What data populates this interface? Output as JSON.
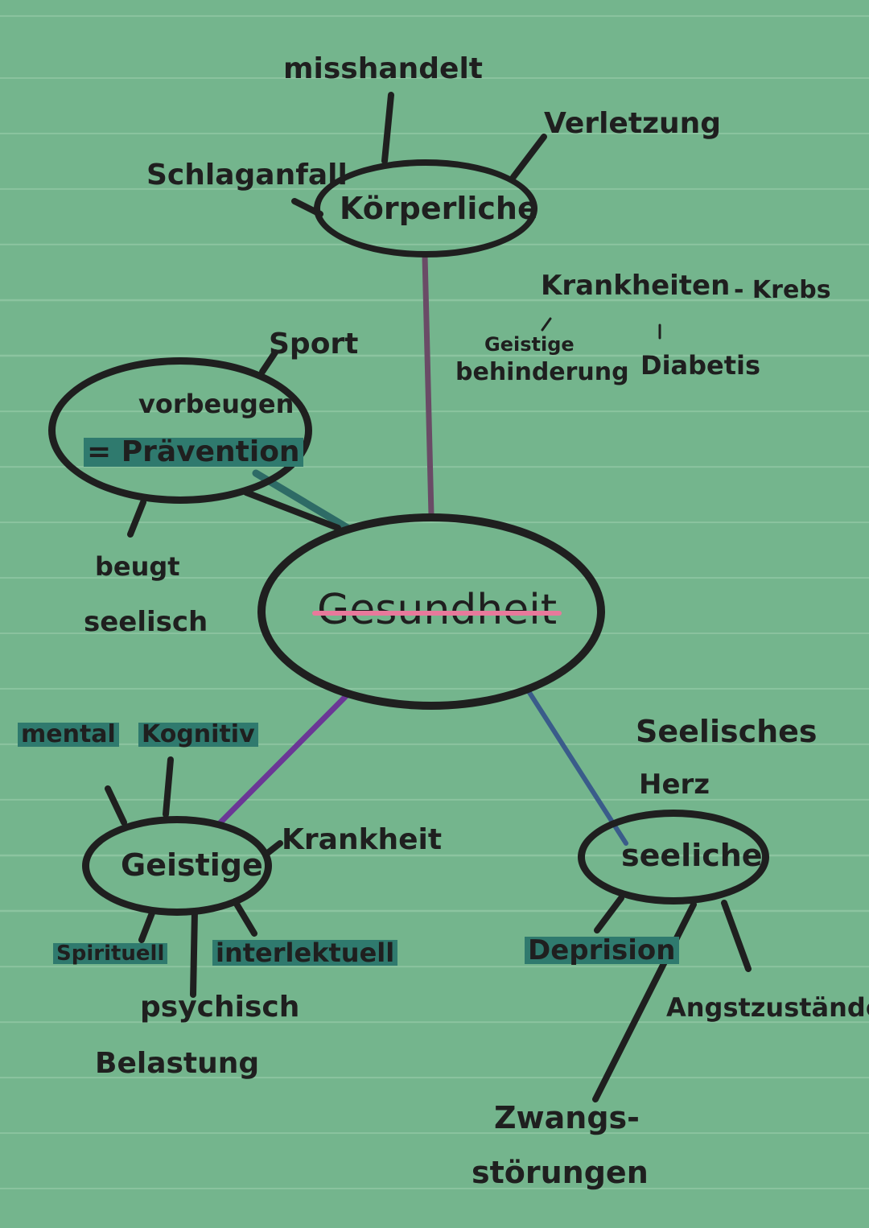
{
  "colors": {
    "background": "#74b58d",
    "ink": "#1f1f1f",
    "line_koerperlich": "#6a4b66",
    "line_praevention": "#2e6b66",
    "line_geistig": "#6b3796",
    "line_seelisch": "#3a5c8a",
    "highlight": "#2f7a6e",
    "strike": "#e8799b"
  },
  "center": {
    "label": "Gesundheit"
  },
  "koerperliche": {
    "label": "Körperliche",
    "branches": [
      "misshandelt",
      "Verletzung",
      "Schlaganfall"
    ],
    "krankheiten": {
      "label": "Krankheiten",
      "krebs": "- Krebs",
      "geistige_behinderung": [
        "Geistige",
        "behinderung"
      ],
      "diabetis": "Diabetis"
    }
  },
  "praevention": {
    "line1": "vorbeugen",
    "line2": "= Prävention",
    "sport": "Sport",
    "beugt": "beugt",
    "seelisch": "seelisch"
  },
  "geistige": {
    "label": "Geistige",
    "top_labels": [
      "mental",
      "Kognitiv"
    ],
    "krankheit": "Krankheit",
    "spirituell": "Spirituell",
    "intellektuell": "interlektuell",
    "psychisch": "psychisch",
    "belastung": "Belastung"
  },
  "seeliche": {
    "label": "seeliche",
    "seelisches": "Seelisches",
    "herz": "Herz",
    "depression": "Deprision",
    "angst": "Angstzustände",
    "zwangs": "Zwangs-",
    "stoerungen": "störungen"
  }
}
